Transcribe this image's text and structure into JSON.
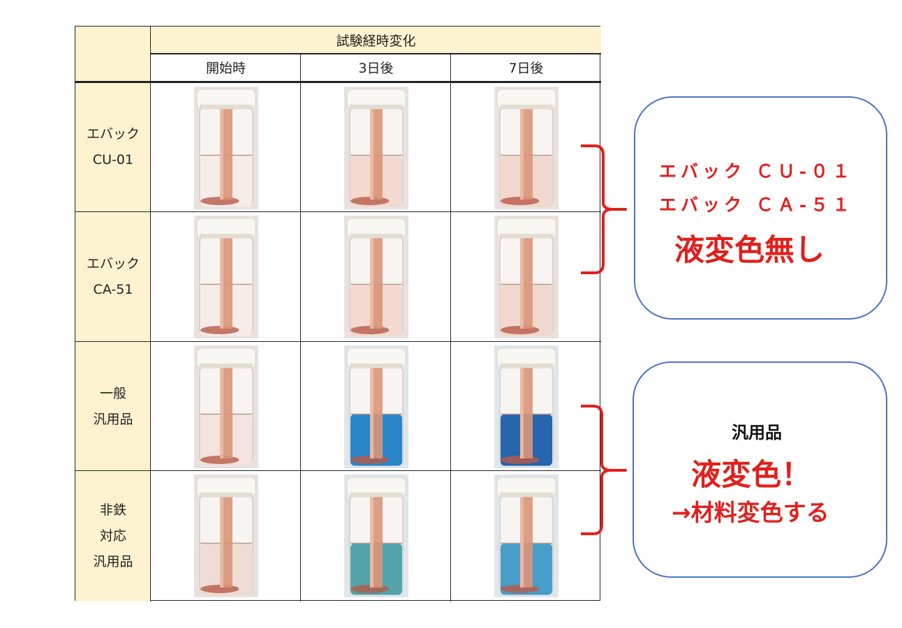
{
  "table": {
    "header_group": "試験経時変化",
    "columns": [
      "開始時",
      "3日後",
      "7日後"
    ],
    "rows": [
      {
        "label_lines": [
          "エバック",
          "CU-01"
        ],
        "liquid": [
          "#f6ece8",
          "#f1d8ce",
          "#f0d6cb"
        ]
      },
      {
        "label_lines": [
          "エバック",
          "CA-51"
        ],
        "liquid": [
          "#f6ece8",
          "#f1d8ce",
          "#f0d6cb"
        ]
      },
      {
        "label_lines": [
          "一般",
          "汎用品"
        ],
        "liquid": [
          "#f3e2dc",
          "#1f7fc8",
          "#1a5ea8"
        ]
      },
      {
        "label_lines": [
          "非鉄",
          "対応",
          "汎用品"
        ],
        "liquid": [
          "#eedbd3",
          "#4a9fa6",
          "#3f98c6"
        ]
      }
    ]
  },
  "callout_top": {
    "line1": "エバック ＣＵ-０１",
    "line2": "エバック ＣＡ-５１",
    "line3": "液変色無し"
  },
  "callout_bottom": {
    "line1": "汎用品",
    "line2": "液変色！",
    "line3": "→材料変色する"
  },
  "colors": {
    "header_bg": "#fdf3d0",
    "accent_red": "#e0201c",
    "callout_border": "#4a72c4",
    "brace_red": "#e0201c"
  }
}
